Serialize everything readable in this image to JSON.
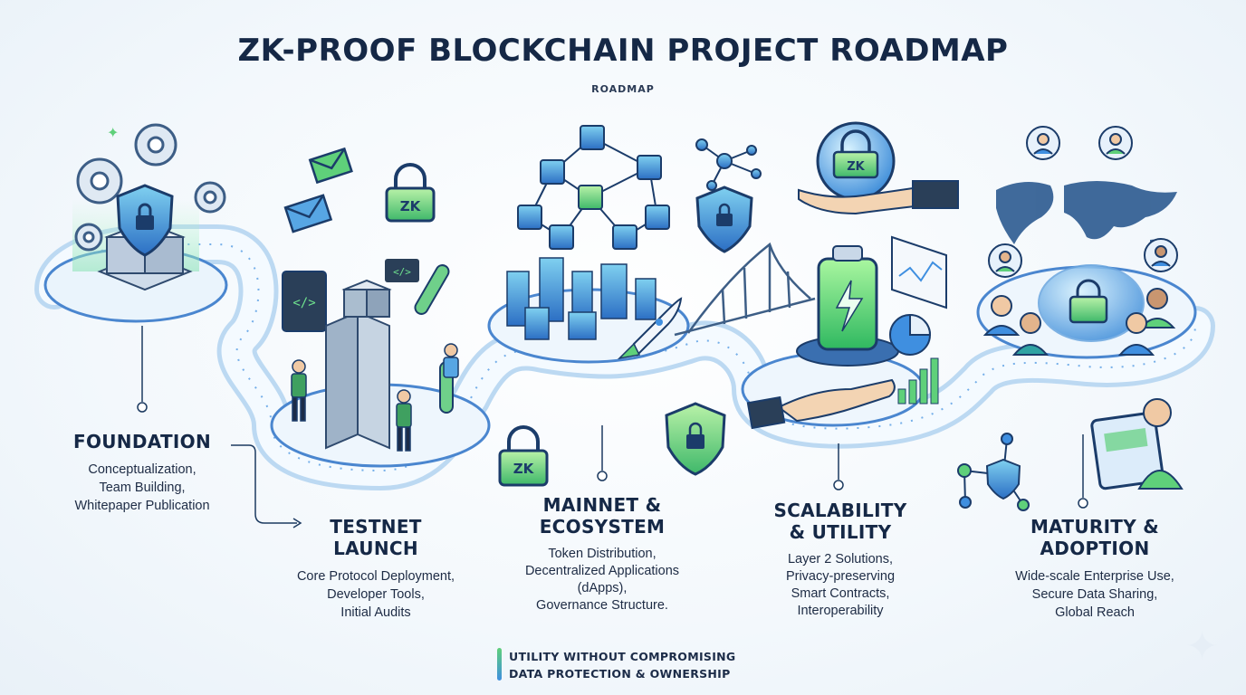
{
  "title": "ZK-PROOF BLOCKCHAIN PROJECT ROADMAP",
  "subtitle": "ROADMAP",
  "stages": [
    {
      "heading": "FOUNDATION",
      "lines": [
        "Conceptualization,",
        "Team Building,",
        "Whitepaper Publication"
      ]
    },
    {
      "heading_lines": [
        "TESTNET",
        "LAUNCH"
      ],
      "lines": [
        "Core Protocol Deployment,",
        "Developer Tools,",
        "Initial Audits"
      ]
    },
    {
      "heading_lines": [
        "MAINNET &",
        "ECOSYSTEM"
      ],
      "lines": [
        "Token Distribution,",
        "Decentralized Applications",
        "(dApps),",
        "Governance Structure."
      ]
    },
    {
      "heading_lines": [
        "SCALABILITY",
        "& UTILITY"
      ],
      "lines": [
        "Layer 2 Solutions,",
        "Privacy-preserving",
        "Smart Contracts,",
        "Interoperability"
      ]
    },
    {
      "heading_lines": [
        "MATURITY &",
        "ADOPTION"
      ],
      "lines": [
        "Wide-scale Enterprise Use,",
        "Secure Data Sharing,",
        "Global Reach"
      ]
    }
  ],
  "zk_labels": [
    "ZK",
    "ZK",
    "ZK"
  ],
  "tagline": [
    "UTILITY WITHOUT COMPROMISING",
    "DATA PROTECTION & OWNERSHIP"
  ],
  "colors": {
    "navy": "#152846",
    "blue": "#3f8fe0",
    "green": "#5fd07a",
    "teal": "#2fa3a3"
  },
  "icons": [
    "gear-icon",
    "shield-lock-icon",
    "server-icon",
    "envelope-icon",
    "padlock-icon",
    "code-window-icon",
    "test-tube-icon",
    "building-icon",
    "person-icon",
    "blockchain-cube-icon",
    "rocket-icon",
    "bridge-icon",
    "battery-icon",
    "hand-icon",
    "bar-chart-icon",
    "pie-chart-icon",
    "globe-icon",
    "world-map-icon",
    "avatar-icon",
    "tablet-icon",
    "network-node-icon",
    "sparkle-icon"
  ]
}
